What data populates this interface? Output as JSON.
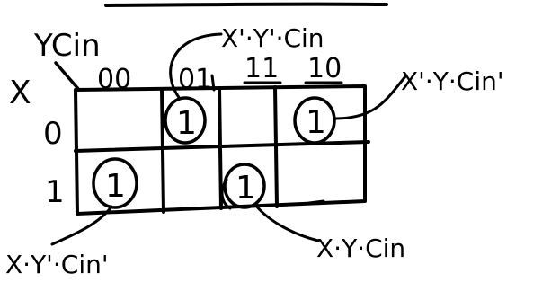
{
  "labels": {
    "corner_cols": "YCin",
    "corner_rows": "X"
  },
  "columns": [
    "00",
    "01",
    "11",
    "10"
  ],
  "rows": [
    "0",
    "1"
  ],
  "cells": [
    [
      "",
      "1",
      "",
      "1"
    ],
    [
      "1",
      "",
      "1",
      ""
    ]
  ],
  "minterms": [
    {
      "text": "X'·Y'·Cin",
      "row": 0,
      "col": 1
    },
    {
      "text": "X'·Y·Cin'",
      "row": 0,
      "col": 3
    },
    {
      "text": "X·Y'·Cin'",
      "row": 1,
      "col": 0
    },
    {
      "text": "X·Y·Cin",
      "row": 1,
      "col": 2
    }
  ],
  "colors": {
    "ink": "#000000",
    "paper": "#ffffff"
  }
}
